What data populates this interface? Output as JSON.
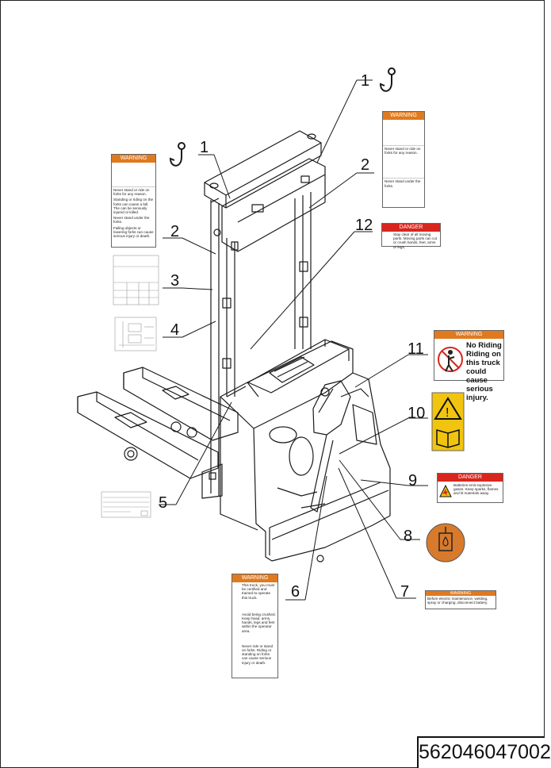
{
  "callouts": [
    "1",
    "1",
    "2",
    "2",
    "3",
    "4",
    "5",
    "6",
    "7",
    "8",
    "9",
    "10",
    "11",
    "12"
  ],
  "part_number": "562046047002",
  "decals": {
    "warning_forks_left": {
      "header": "WARNING",
      "text1": "Never stand or ride on forks for any reason.",
      "text2": "Standing or riding on the forks can cause a fall. The can be seriously injured or killed.",
      "text3": "Never stand under the forks.",
      "text4": "Falling objects or lowering forks can cause serious injury or death."
    },
    "warning_forks_right": {
      "header": "WARNING",
      "text1": "Never stand or ride on forks for any reason.",
      "text2": "Never stand under the forks."
    },
    "danger_moving_parts": {
      "header": "DANGER",
      "text": "Stay clear of all moving parts. Moving parts can cut or crush hands, feet, arms or legs."
    },
    "warning_no_riding": {
      "header": "WARNING",
      "text": "No Riding Riding on this truck could cause serious injury."
    },
    "danger_battery": {
      "header": "DANGER",
      "text": "Batteries emit explosive gases. Keep sparks, flames and lit materials away."
    },
    "warning_operator": {
      "header": "WARNING",
      "text1": "This truck, you must be certified and trained to operate this truck.",
      "text2": "Avoid being crushed. Keep head, arms, hands, legs and feet within the operator area.",
      "text3": "Never ride or stand on forks. Riding or standing on forks can cause serious injury or death."
    },
    "warning_charging": {
      "header": "WARNING",
      "text": "Before electric maintenance, welding, spray or charging, disconnect battery."
    }
  },
  "colors": {
    "warning_orange": "#e07a1f",
    "danger_red": "#d7261e",
    "caution_yellow": "#f1c40f",
    "oil_orange": "#d87a2c"
  },
  "icons": [
    "lifting-hook-icon",
    "warning-triangle-icon",
    "manual-book-icon",
    "oil-drop-icon",
    "no-riding-icon",
    "explosion-icon"
  ]
}
